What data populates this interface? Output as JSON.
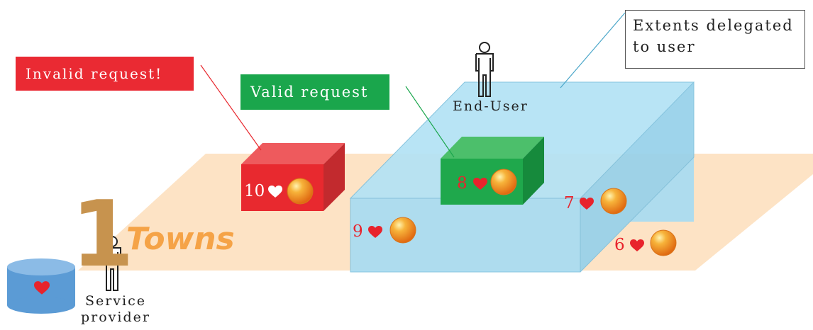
{
  "callouts": {
    "invalid": "Invalid request!",
    "valid": "Valid request",
    "extents_line1": "Extents delegated",
    "extents_line2": "to user"
  },
  "actors": {
    "end_user": "End-User",
    "service_provider_line1": "Service",
    "service_provider_line2": "provider"
  },
  "region": {
    "big_digit": "1",
    "name": "Towns"
  },
  "features": {
    "n10": "10",
    "n8": "8",
    "n9": "9",
    "n7": "7",
    "n6": "6"
  },
  "colors": {
    "invalid": "#ea2a33",
    "valid": "#1aa64c",
    "extent_volume": "#a8dcf2",
    "town_plane": "#fde3c5",
    "database": "#5b9bd5",
    "heart": "#e8232c",
    "sphere": "#f39a1e"
  },
  "icons": [
    "heart-icon",
    "orange-sphere-icon",
    "person-icon",
    "database-icon"
  ]
}
